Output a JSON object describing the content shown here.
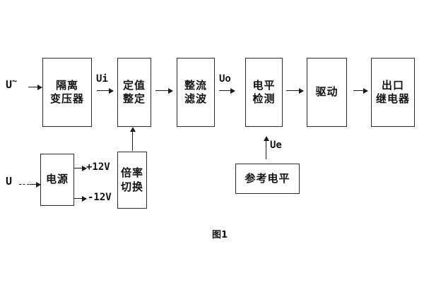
{
  "figure": {
    "caption": "图1",
    "input_ac": "U",
    "input_ac_mark": "~",
    "input_dc": "U",
    "input_dc_mark": "–"
  },
  "blocks": [
    {
      "id": "isolation-transformer",
      "line1": "隔离",
      "line2": "变压器"
    },
    {
      "id": "setting-adjust",
      "line1": "定值",
      "line2": "整定"
    },
    {
      "id": "rectify-filter",
      "line1": "整流",
      "line2": "滤波"
    },
    {
      "id": "level-detect",
      "line1": "电平",
      "line2": "检测"
    },
    {
      "id": "drive",
      "line1": "驱动",
      "line2": ""
    },
    {
      "id": "output-relay",
      "line1": "出口",
      "line2": "继电器"
    },
    {
      "id": "power-supply",
      "line1": "电源",
      "line2": ""
    },
    {
      "id": "ratio-switch",
      "line1": "倍率",
      "line2": "切换"
    },
    {
      "id": "reference-level",
      "line1": "参考电平",
      "line2": ""
    }
  ],
  "signals": {
    "ui": "Ui",
    "uo": "Uo",
    "ue": "Ue"
  },
  "power_rails": {
    "positive": "+12V",
    "negative": "-12V"
  },
  "colors": {
    "stroke": "#2b2b2b",
    "line": "#1a1a1a",
    "text": "#111111",
    "background": "#ffffff"
  }
}
